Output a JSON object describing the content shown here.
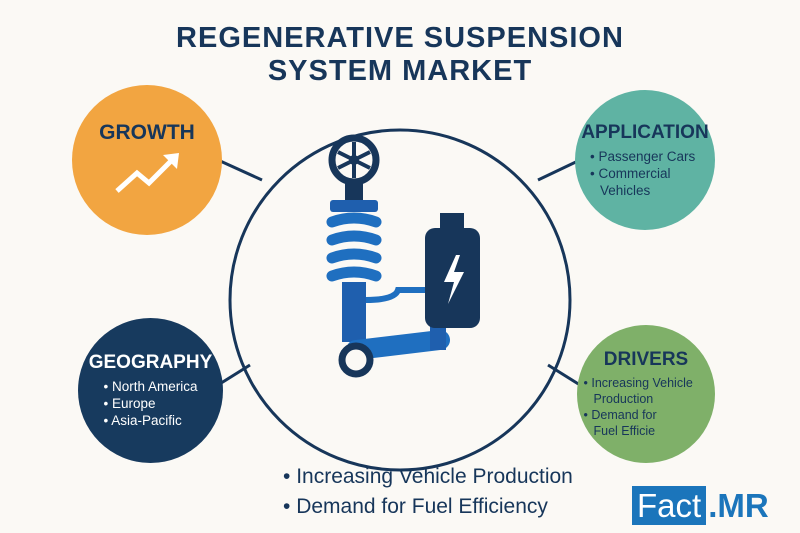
{
  "title": {
    "line1": "REGENERATIVE SUSPENSION",
    "line2": "SYSTEM MARKET"
  },
  "growth": {
    "heading": "GROWTH",
    "icon": "trend-up-arrow-icon",
    "color": "#f2a541"
  },
  "application": {
    "heading": "APPLICATION",
    "items": [
      "Passenger Cars",
      "Commercial Vehicles"
    ],
    "color": "#5fb3a3"
  },
  "geography": {
    "heading": "GEOGRAPHY",
    "items": [
      "North America",
      "Europe",
      "Asia-Pacific"
    ],
    "color": "#173a5e"
  },
  "drivers": {
    "heading": "DRIVERS",
    "items": [
      "Increasing Vehicle Production",
      "Demand for Fuel Efficie"
    ],
    "color": "#7fb069"
  },
  "bottom_bullets": [
    "Increasing Vehicle Production",
    "Demand for Fuel Efficiency"
  ],
  "logo": {
    "box_text": "Fact",
    "suffix": ".MR"
  }
}
